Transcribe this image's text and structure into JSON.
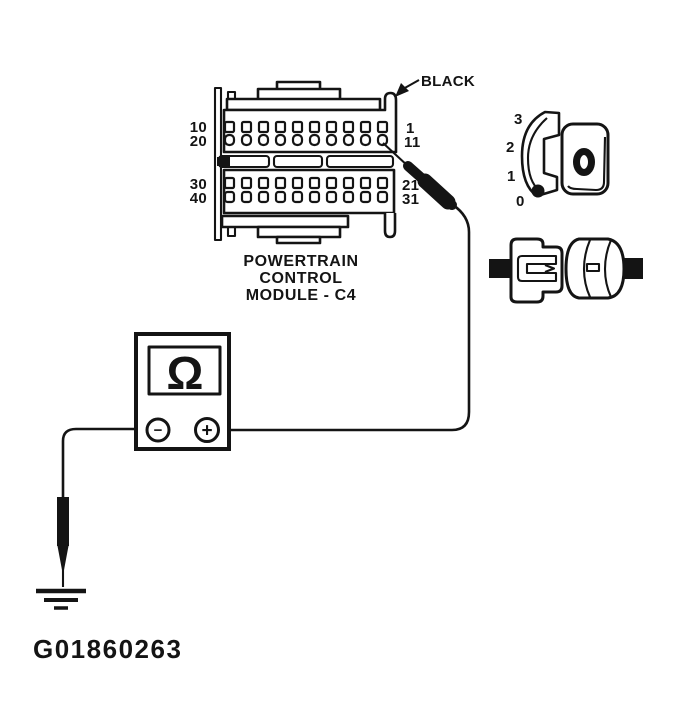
{
  "figure": {
    "id_label": "G01860263",
    "ink_color": "#141414",
    "background_color": "#ffffff"
  },
  "pcm": {
    "caption_line1": "POWERTRAIN",
    "caption_line2": "CONTROL",
    "caption_line3": "MODULE - C4",
    "wire_color_label": "BLACK",
    "pins_per_row": 10,
    "row_labels_left": [
      "10",
      "20",
      "30",
      "40"
    ],
    "row_labels_right": [
      "1",
      "11",
      "21",
      "31"
    ],
    "probed_pin": "11"
  },
  "ignition_switch": {
    "positions": [
      "3",
      "2",
      "1",
      "0"
    ],
    "selected_position": "0"
  },
  "ohmmeter": {
    "display_symbol": "Ω",
    "negative_terminal_label": "−",
    "positive_terminal_label": "+"
  }
}
